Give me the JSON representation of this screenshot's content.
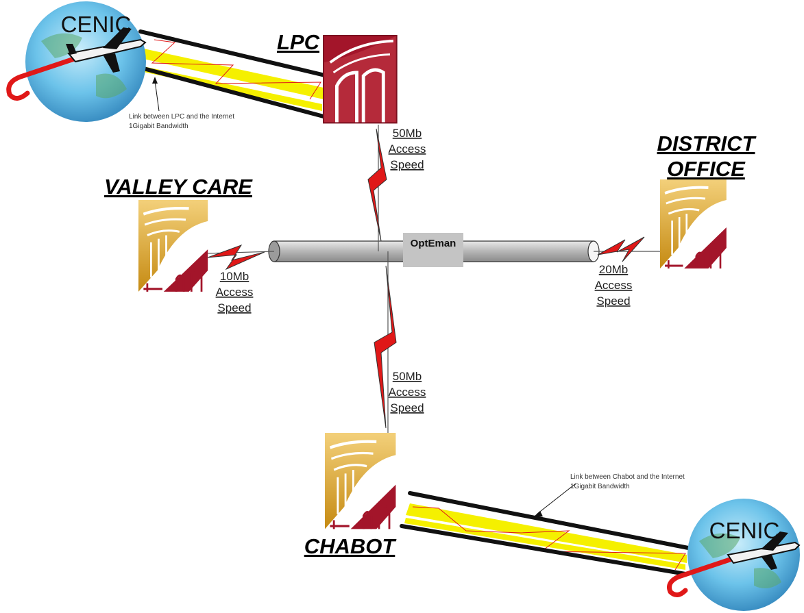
{
  "backbone": {
    "label": "OptEman"
  },
  "sites": {
    "lpc": {
      "name": "LPC"
    },
    "district": {
      "name_line1": "DISTRICT",
      "name_line2": "OFFICE"
    },
    "valley": {
      "name": "VALLEY CARE"
    },
    "chabot": {
      "name": "CHABOT"
    }
  },
  "links": {
    "lpc_speed": [
      "50Mb",
      "Access",
      "Speed"
    ],
    "district_speed": [
      "20Mb",
      "Access",
      "Speed"
    ],
    "valley_speed": [
      "10Mb",
      "Access",
      "Speed"
    ],
    "chabot_speed": [
      "50Mb",
      "Access",
      "Speed"
    ]
  },
  "internet": {
    "top": {
      "label": "CENIC",
      "note_line1": "Link between LPC and the Internet",
      "note_line2": "1Gigabit Bandwidth"
    },
    "bottom": {
      "label": "CENIC",
      "note_line1": "Link between Chabot and the Internet",
      "note_line2": "1Gigabit Bandwidth"
    }
  },
  "colors": {
    "lightning": "#e01818",
    "pipe_yellow": "#f5f000",
    "logo_gold": "#d9a21c",
    "logo_maroon": "#a3152a",
    "globe": "#6cc3ea",
    "backbone_box": "#c4c4c4"
  }
}
